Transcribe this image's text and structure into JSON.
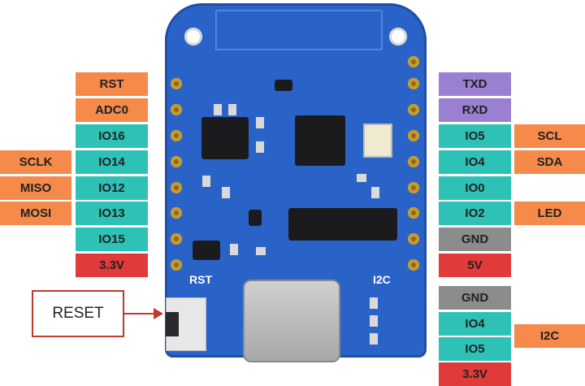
{
  "colors": {
    "orange": "#f58a4b",
    "teal": "#2ec2b6",
    "red": "#e03a3a",
    "purple": "#9b7fd0",
    "gray": "#8c8c8c",
    "board": "#2a63c8"
  },
  "left_pins": [
    "RST",
    "ADC0",
    "IO16",
    "IO14",
    "IO12",
    "IO13",
    "IO15",
    "3.3V"
  ],
  "left_functions": {
    "sclk": "SCLK",
    "miso": "MISO",
    "mosi": "MOSI"
  },
  "right_pins": [
    "TXD",
    "RXD",
    "IO5",
    "IO4",
    "IO0",
    "IO2",
    "GND",
    "5V"
  ],
  "right_functions": {
    "scl": "SCL",
    "sda": "SDA",
    "led": "LED"
  },
  "i2c_pins": [
    "GND",
    "IO4",
    "IO5",
    "3.3V"
  ],
  "i2c_function": "I2C",
  "reset_callout": "RESET",
  "board_silkscreen": {
    "rst": "RST",
    "i2c": "I2C"
  }
}
